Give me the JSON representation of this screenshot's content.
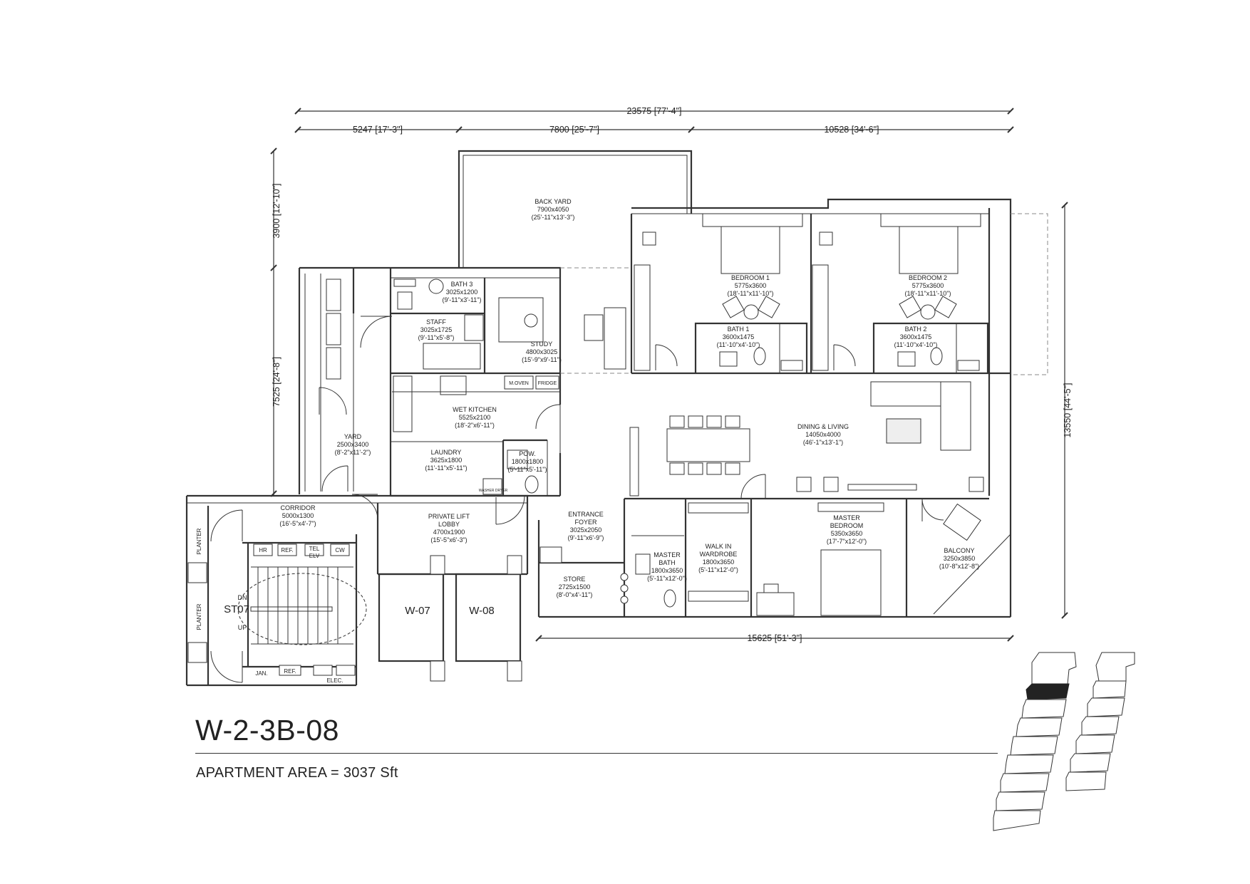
{
  "unit": {
    "code": "W-2-3B-08",
    "area_text": "APARTMENT AREA = 3037 Sft"
  },
  "dimensions": {
    "total_width": "23575 [77'-4\"]",
    "seg_1": "5247 [17'-3\"]",
    "seg_2": "7800 [25'-7\"]",
    "seg_3": "10528 [34'-6\"]",
    "left_upper": "3900 [12'-10\"]",
    "left_lower": "7525 [24'-8\"]",
    "right_total": "13550 [44'-5\"]",
    "bottom": "15625 [51'-3\"]"
  },
  "rooms": [
    {
      "id": "backyard",
      "name": "BACK YARD",
      "size": "7900x4050",
      "imperial": "(25'-11\"x13'-3\")"
    },
    {
      "id": "bedroom1",
      "name": "BEDROOM 1",
      "size": "5775x3600",
      "imperial": "(18'-11\"x11'-10\")"
    },
    {
      "id": "bedroom2",
      "name": "BEDROOM 2",
      "size": "5775x3600",
      "imperial": "(18'-11\"x11'-10\")"
    },
    {
      "id": "bath3",
      "name": "BATH 3",
      "size": "3025x1200",
      "imperial": "(9'-11\"x3'-11\")"
    },
    {
      "id": "staff",
      "name": "STAFF",
      "size": "3025x1725",
      "imperial": "(9'-11\"x5'-8\")"
    },
    {
      "id": "study",
      "name": "STUDY",
      "size": "4800x3025",
      "imperial": "(15'-9\"x9'-11\")"
    },
    {
      "id": "bath1",
      "name": "BATH 1",
      "size": "3600x1475",
      "imperial": "(11'-10\"x4'-10\")"
    },
    {
      "id": "bath2",
      "name": "BATH 2",
      "size": "3600x1475",
      "imperial": "(11'-10\"x4'-10\")"
    },
    {
      "id": "wetkitchen",
      "name": "WET KITCHEN",
      "size": "5525x2100",
      "imperial": "(18'-2\"x6'-11\")"
    },
    {
      "id": "laundry",
      "name": "LAUNDRY",
      "size": "3625x1800",
      "imperial": "(11'-11\"x5'-11\")"
    },
    {
      "id": "pow",
      "name": "POW.",
      "size": "1800x1800",
      "imperial": "(5'-11\"x5'-11\")"
    },
    {
      "id": "yard",
      "name": "YARD",
      "size": "2500x3400",
      "imperial": "(8'-2\"x11'-2\")"
    },
    {
      "id": "dining",
      "name": "DINING & LIVING",
      "size": "14050x4000",
      "imperial": "(46'-1\"x13'-1\")"
    },
    {
      "id": "corridor",
      "name": "CORRIDOR",
      "size": "5000x1300",
      "imperial": "(16'-5\"x4'-7\")"
    },
    {
      "id": "liftlobby",
      "name": "PRIVATE LIFT",
      "name2": "LOBBY",
      "size": "4700x1900",
      "imperial": "(15'-5\"x6'-3\")"
    },
    {
      "id": "foyer",
      "name": "ENTRANCE",
      "name2": "FOYER",
      "size": "3025x2050",
      "imperial": "(9'-11\"x6'-9\")"
    },
    {
      "id": "masterbed",
      "name": "MASTER",
      "name2": "BEDROOM",
      "size": "5350x3650",
      "imperial": "(17'-7\"x12'-0\")"
    },
    {
      "id": "balcony",
      "name": "BALCONY",
      "size": "3250x3850",
      "imperial": "(10'-8\"x12'-8\")"
    },
    {
      "id": "store",
      "name": "STORE",
      "size": "2725x1500",
      "imperial": "(8'-0\"x4'-11\")"
    },
    {
      "id": "masterbath",
      "name": "MASTER",
      "name2": "BATH",
      "size": "1800x3650",
      "imperial": "(5'-11\"x12'-0\")"
    },
    {
      "id": "wardrobe",
      "name": "WALK IN",
      "name2": "WARDROBE",
      "size": "1800x3650",
      "imperial": "(5'-11\"x12'-0\")"
    }
  ],
  "labels": {
    "oven": "M.OVEN",
    "fridge": "FRIDGE",
    "washer": "WASHER DRYER",
    "hr": "HR",
    "ref": "REF.",
    "tel": "TEL",
    "elv": "ELV",
    "cw": "CW",
    "jan": "JAN.",
    "ref2": "REF.",
    "elec": "ELEC.",
    "planter1": "PLANTER",
    "planter2": "PLANTER",
    "stair": "ST07",
    "dn": "DN",
    "up": "UP",
    "lift1": "W-07",
    "lift2": "W-08"
  }
}
